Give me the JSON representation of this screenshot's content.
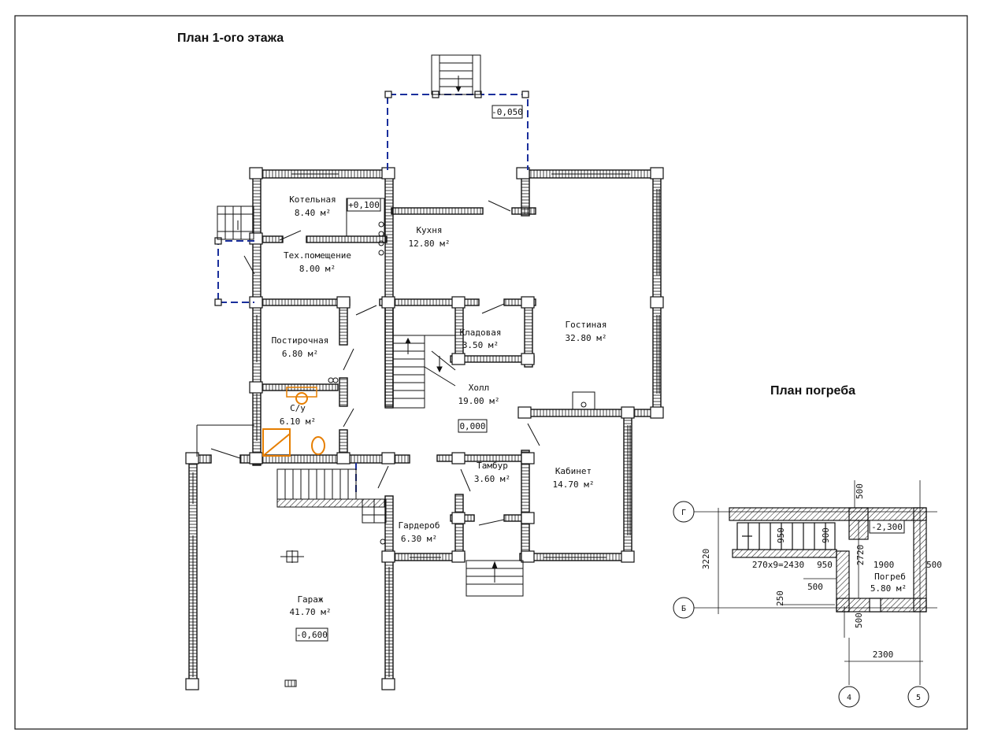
{
  "titles": {
    "floor1": "План 1-ого этажа",
    "cellar": "План погреба"
  },
  "rooms": {
    "kotelnaya": {
      "name": "Котельная",
      "area": "8.40 м²"
    },
    "tech": {
      "name": "Тех.помещение",
      "area": "8.00 м²"
    },
    "kuhnya": {
      "name": "Кухня",
      "area": "12.80 м²"
    },
    "gostinaya": {
      "name": "Гостиная",
      "area": "32.80 м²"
    },
    "postirochnaya": {
      "name": "Постирочная",
      "area": "6.80 м²"
    },
    "kladovaya": {
      "name": "Кладовая",
      "area": "3.50 м²"
    },
    "holl": {
      "name": "Холл",
      "area": "19.00 м²"
    },
    "su": {
      "name": "С/у",
      "area": "6.10 м²"
    },
    "kabinet": {
      "name": "Кабинет",
      "area": "14.70 м²"
    },
    "tambur": {
      "name": "Тамбур",
      "area": "3.60 м²"
    },
    "garderob": {
      "name": "Гардероб",
      "area": "6.30 м²"
    },
    "garazh": {
      "name": "Гараж",
      "area": "41.70 м²"
    },
    "pogreb": {
      "name": "Погреб",
      "area": "5.80 м²"
    }
  },
  "levels": {
    "terrace": "-0,050",
    "boiler": "+0,100",
    "hall": "0,000",
    "garage": "-0,600",
    "cellar": "-2,300"
  },
  "cellar_dims": {
    "d500_top": "500",
    "d3220": "3220",
    "d2720": "2720",
    "d250": "250",
    "d500_bot": "500",
    "d950_v": "950",
    "d900": "900",
    "steps": "270x9=2430",
    "d950_h": "950",
    "d1900": "1900",
    "d500_right": "500",
    "d500_mid": "500",
    "d2300": "2300"
  },
  "axes": {
    "g": "Г",
    "b": "Б",
    "four": "4",
    "five": "5"
  },
  "colors": {
    "wall": "#111111",
    "terrace_outline": "#1a2f9c",
    "fixture": "#e67e00"
  }
}
